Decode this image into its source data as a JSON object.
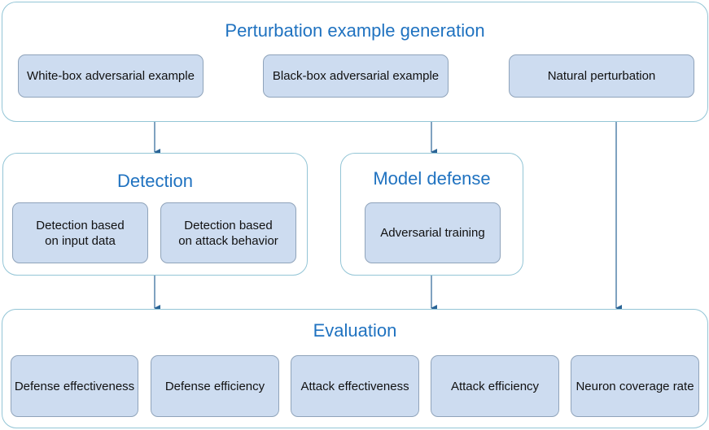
{
  "perturbation": {
    "title": "Perturbation example generation",
    "items": [
      "White-box adversarial example",
      "Black-box adversarial example",
      "Natural perturbation"
    ]
  },
  "detection": {
    "title": "Detection",
    "items": [
      "Detection based\non input data",
      "Detection based\non attack behavior"
    ]
  },
  "defense": {
    "title": "Model defense",
    "items": [
      "Adversarial training"
    ]
  },
  "evaluation": {
    "title": "Evaluation",
    "items": [
      "Defense effectiveness",
      "Defense efficiency",
      "Attack effectiveness",
      "Attack efficiency",
      "Neuron coverage rate"
    ]
  },
  "colors": {
    "title": "#1f72c0",
    "group_border": "#93c5d6",
    "node_fill": "#cddcf0",
    "arrow": "#2a6496"
  }
}
